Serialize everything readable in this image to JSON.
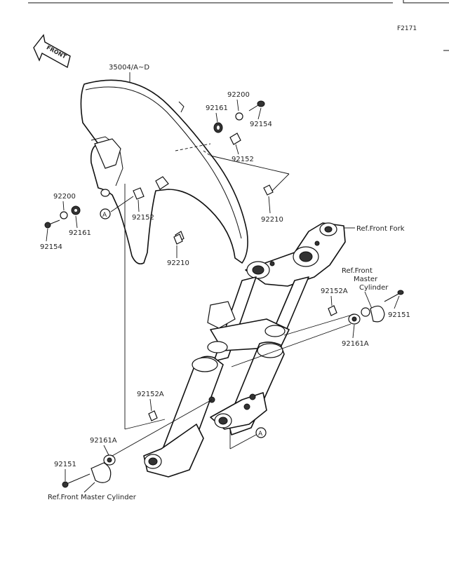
{
  "diagram_code": "F2171",
  "front_label": "FRONT",
  "labels": {
    "fender": "35004/A~D",
    "l_92200_top": "92200",
    "l_92161_top": "92161",
    "l_92154_top": "92154",
    "l_92152_top": "92152",
    "l_92210_right": "92210",
    "l_92200_left": "92200",
    "l_92161_left": "92161",
    "l_92154_left": "92154",
    "l_92152_mid": "92152",
    "l_92210_mid": "92210",
    "ref_front_fork": "Ref.Front Fork",
    "ref_fmc_line1": "Ref.Front",
    "ref_fmc_line2": "Master",
    "ref_fmc_line3": "Cylinder",
    "l_92152A_right": "92152A",
    "l_92151_right": "92151",
    "l_92161A_right": "92161A",
    "l_92152A_left": "92152A",
    "l_92161A_left": "92161A",
    "l_92151_left": "92151",
    "ref_fmc_bottom": "Ref.Front Master Cylinder",
    "marker_a": "A"
  }
}
